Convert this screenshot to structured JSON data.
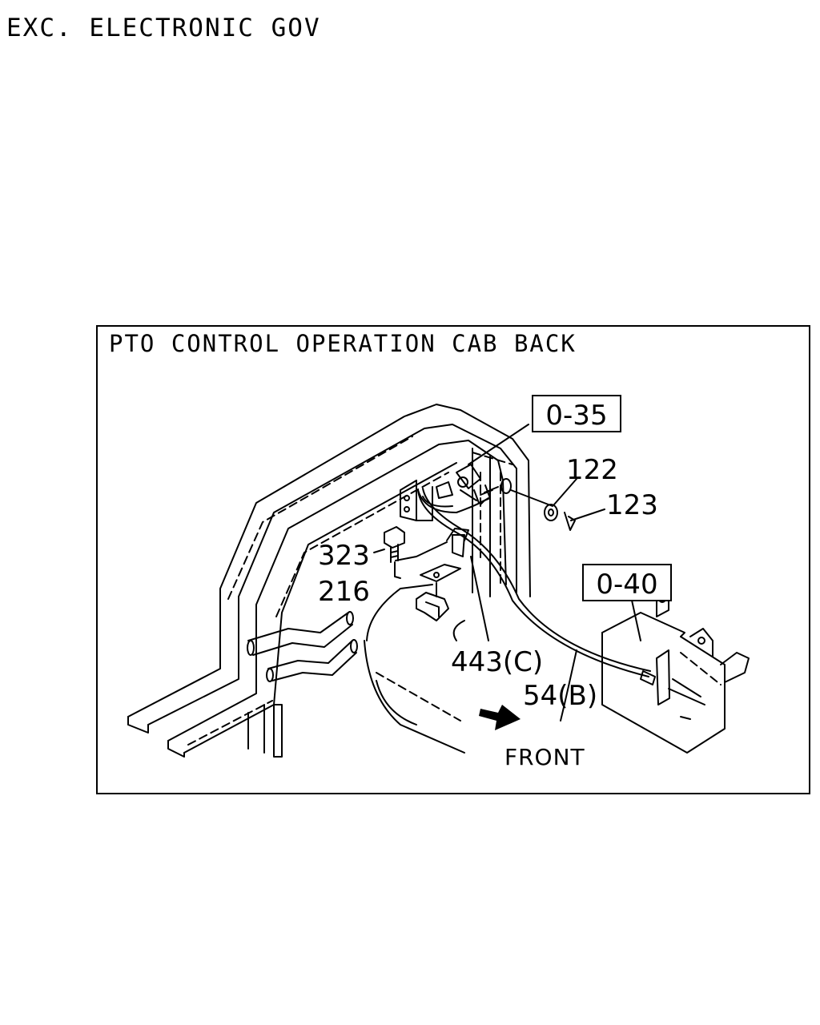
{
  "note": "EXC. ELECTRONIC GOV",
  "title": "PTO CONTROL OPERATION CAB BACK",
  "refs": {
    "ref_035": "0-35",
    "ref_040": "0-40"
  },
  "parts": {
    "p122": "122",
    "p123": "123",
    "p323": "323",
    "p216": "216",
    "p443": "443(C)",
    "p54": "54(B)"
  },
  "direction": "FRONT"
}
